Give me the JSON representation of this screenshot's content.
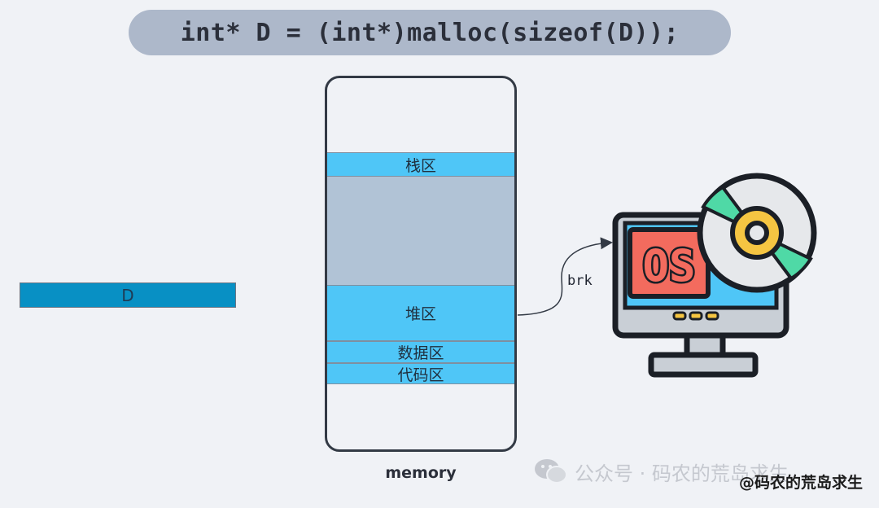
{
  "code_line": "int* D = (int*)malloc(sizeof(D));",
  "variable_label": "D",
  "memory": {
    "label": "memory",
    "regions": {
      "stack": "栈区",
      "heap": "堆区",
      "data": "数据区",
      "code": "代码区"
    }
  },
  "brk_label": "brk",
  "os_text": "OS",
  "watermark": "公众号 · 码农的荒岛求生",
  "credit": "@码农的荒岛求生",
  "colors": {
    "region_blue": "#4fc6f7",
    "region_gap": "#b1c3d6",
    "variable_blue": "#0890c4",
    "code_pill": "#adb8ca"
  }
}
